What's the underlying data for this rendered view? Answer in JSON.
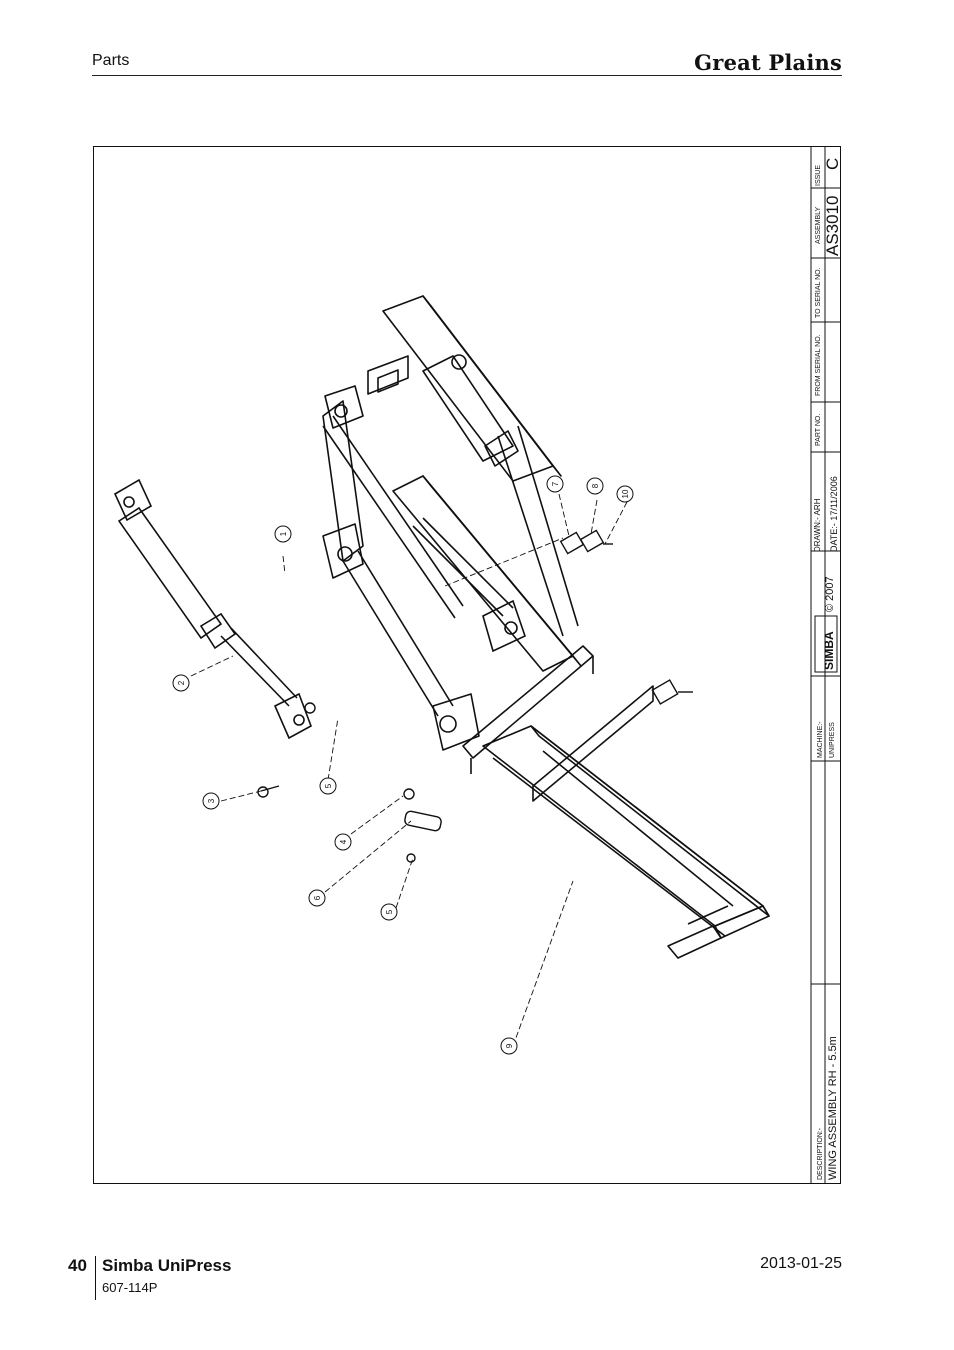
{
  "header": {
    "section": "Parts",
    "brand": "Great Plains"
  },
  "title_block": {
    "issue_label": "ISSUE",
    "issue": "C",
    "assembly_label": "ASSEMBLY",
    "assembly": "AS3010",
    "to_serial_label": "TO SERIAL NO.",
    "from_serial_label": "FROM SERIAL NO.",
    "part_no_label": "PART NO.",
    "drawn": "DRAWN:- ARH",
    "date": "DATE:- 17/11/2006",
    "logo": "SIMBA",
    "copyright": "© 2007",
    "machine_label": "MACHINE:-",
    "machine": "UNIPRESS",
    "description_label": "DESCRIPTION:-",
    "description": "WING ASSEMBLY RH - 5.5m"
  },
  "callouts": [
    "1",
    "2",
    "3",
    "4",
    "5",
    "5",
    "6",
    "7",
    "8",
    "9",
    "10"
  ],
  "footer": {
    "page": "40",
    "title": "Simba UniPress",
    "doc_number": "607-114P",
    "date": "2013-01-25"
  }
}
